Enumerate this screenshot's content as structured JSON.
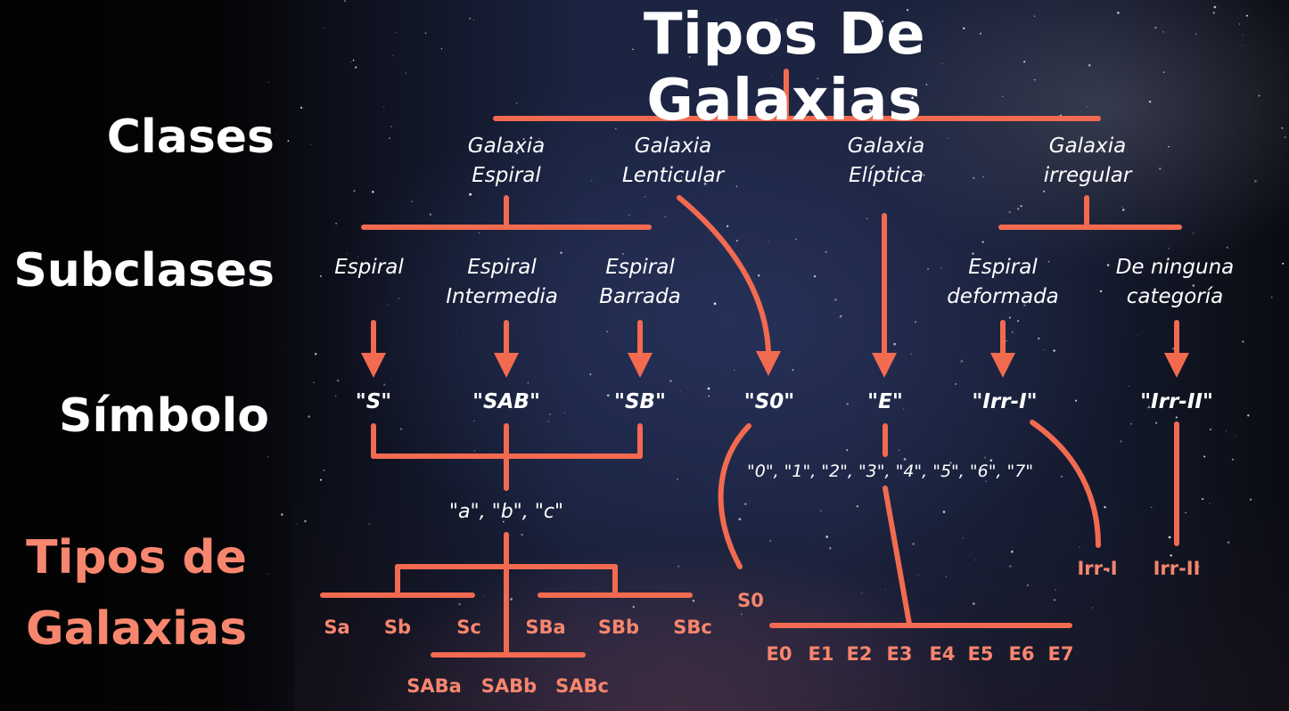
{
  "title": "Tipos De Galaxias",
  "row_labels": {
    "classes": "Clases",
    "subclasses": "Subclases",
    "symbol": "Símbolo",
    "types_line1": "Tipos de",
    "types_line2": "Galaxias"
  },
  "classes": {
    "spiral": [
      "Galaxia",
      "Espiral"
    ],
    "lenticular": [
      "Galaxia",
      "Lenticular"
    ],
    "elliptical": [
      "Galaxia",
      "Elíptica"
    ],
    "irregular": [
      "Galaxia",
      "irregular"
    ]
  },
  "subclasses": {
    "spiral": [
      "Espiral"
    ],
    "intermediate": [
      "Espiral",
      "Intermedia"
    ],
    "barred": [
      "Espiral",
      "Barrada"
    ],
    "deformed": [
      "Espiral",
      "deformada"
    ],
    "none": [
      "De ninguna",
      "categoría"
    ]
  },
  "symbols": {
    "s": "\"S\"",
    "sab": "\"SAB\"",
    "sb": "\"SB\"",
    "s0": "\"S0\"",
    "e": "\"E\"",
    "irr1": "\"Irr-I\"",
    "irr2": "\"Irr-II\""
  },
  "suffixes": {
    "spiral": "\"a\", \"b\", \"c\"",
    "elliptical": "\"0\", \"1\", \"2\", \"3\", \"4\", \"5\", \"6\", \"7\""
  },
  "types": {
    "spiral": [
      "Sa",
      "Sb",
      "Sc"
    ],
    "barred": [
      "SBa",
      "SBb",
      "SBc"
    ],
    "intermediate": [
      "SABa",
      "SABb",
      "SABc"
    ],
    "lenticular": "S0",
    "elliptical": [
      "E0",
      "E1",
      "E2",
      "E3",
      "E4",
      "E5",
      "E6",
      "E7"
    ],
    "irr1": "Irr-I",
    "irr2": "Irr-II"
  },
  "colors": {
    "accent": "#f7866e",
    "connector": "#f26a50",
    "text": "#ffffff"
  }
}
